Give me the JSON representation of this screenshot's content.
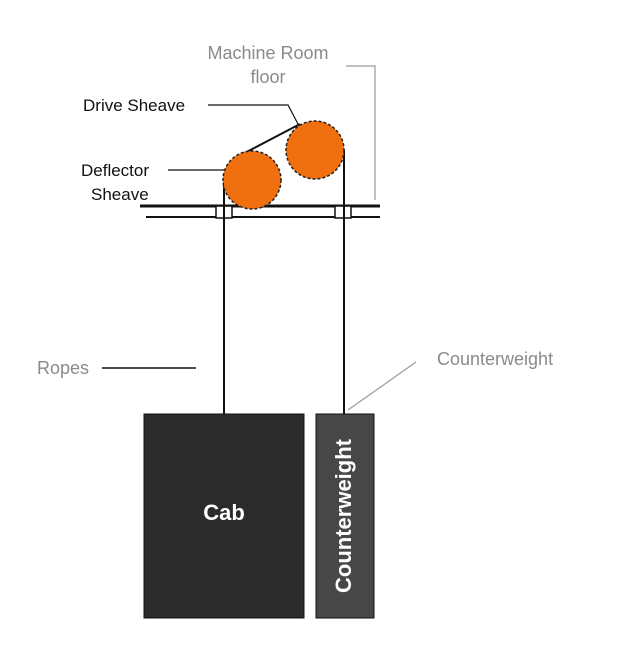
{
  "diagram": {
    "labels": {
      "machine_room_line1": "Machine Room",
      "machine_room_line2": "floor",
      "drive_sheave": "Drive Sheave",
      "deflector_line1": "Deflector",
      "deflector_line2": "Sheave",
      "ropes": "Ropes",
      "counterweight_callout": "Counterweight",
      "cab": "Cab",
      "counterweight_box": "Counterweight"
    },
    "colors": {
      "sheave": "#f07010",
      "cab": "#2b2b2b",
      "counterweight": "#474747",
      "callout_text": "#8a8a8a",
      "dark_text": "#111111"
    }
  }
}
